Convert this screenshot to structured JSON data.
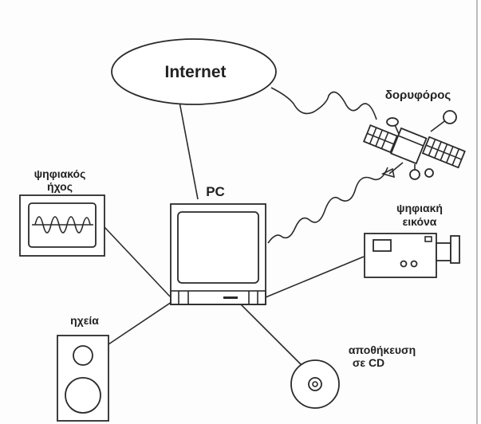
{
  "labels": {
    "internet": "Internet",
    "satellite": "δορυφόρος",
    "pc": "PC",
    "digital_sound": "ψηφιακός ήχος",
    "digital_sound_line1": "ψηφιακός",
    "digital_sound_line2": "ήχος",
    "digital_image_line1": "ψηφιακή",
    "digital_image_line2": "εικόνα",
    "speakers": "ηχεία",
    "cd_storage_line1": "αποθήκευση",
    "cd_storage_line2": "σε CD"
  },
  "icons": {
    "internet": "cloud-ellipse-icon",
    "satellite": "satellite-icon",
    "pc": "monitor-icon",
    "digital_sound": "waveform-display-icon",
    "digital_image": "video-camera-icon",
    "speakers": "speaker-icon",
    "cd": "cd-disc-icon"
  }
}
